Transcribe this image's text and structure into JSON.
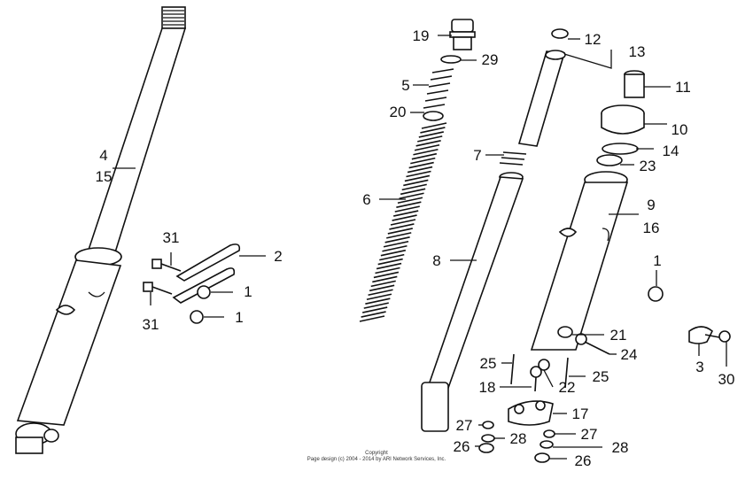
{
  "labels": {
    "l_4": "4",
    "l_15": "15",
    "l_31a": "31",
    "l_2": "2",
    "l_1a": "1",
    "l_31b": "31",
    "l_1b": "1",
    "l_19": "19",
    "l_29": "29",
    "l_5": "5",
    "l_20": "20",
    "l_6": "6",
    "l_12": "12",
    "l_13": "13",
    "l_11": "11",
    "l_10": "10",
    "l_14": "14",
    "l_7": "7",
    "l_23": "23",
    "l_9": "9",
    "l_16": "16",
    "l_8": "8",
    "l_1c": "1",
    "l_21": "21",
    "l_24": "24",
    "l_25a": "25",
    "l_25b": "25",
    "l_18": "18",
    "l_22": "22",
    "l_17": "17",
    "l_27a": "27",
    "l_27b": "27",
    "l_28a": "28",
    "l_28b": "28",
    "l_26a": "26",
    "l_26b": "26",
    "l_3": "3",
    "l_30": "30"
  },
  "copyright": {
    "line1": "Copyright",
    "line2": "Page design (c) 2004 - 2014 by ARI Network Services, Inc."
  }
}
